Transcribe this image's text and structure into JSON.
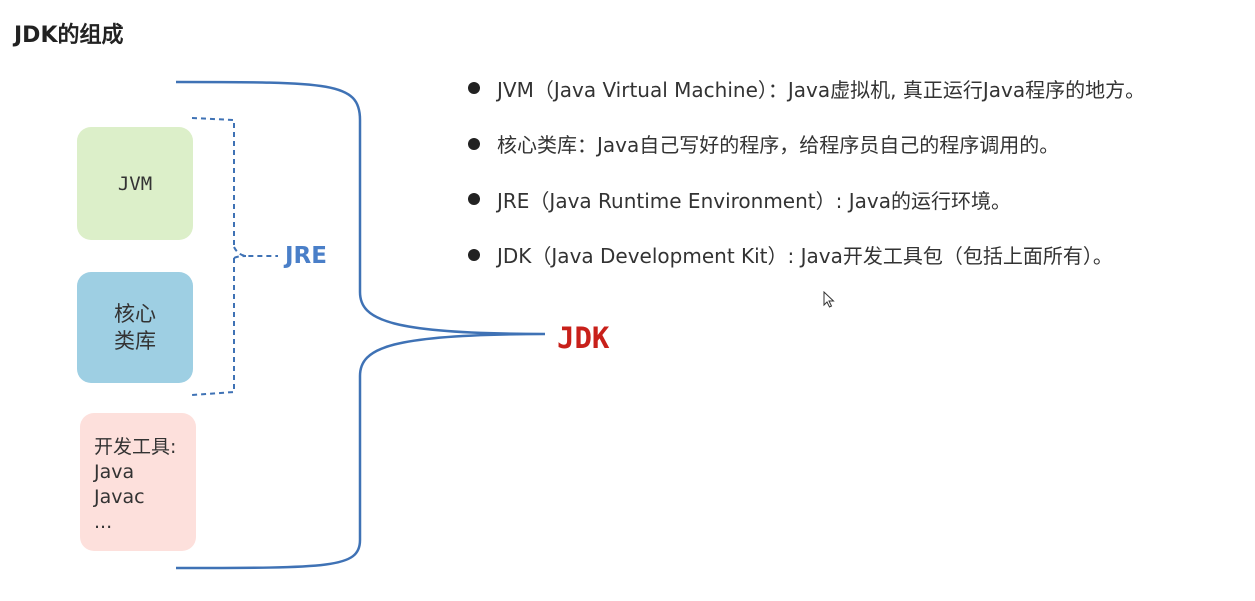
{
  "title": "JDK的组成",
  "boxes": {
    "jvm": "JVM",
    "core_line1": "核心",
    "core_line2": "类库",
    "tools_line1": "开发工具:",
    "tools_line2": "Java",
    "tools_line3": "Javac",
    "tools_line4": "..."
  },
  "labels": {
    "jre": "JRE",
    "jdk": "JDK"
  },
  "bullets": [
    "JVM（Java Virtual Machine）：Java虚拟机, 真正运行Java程序的地方。",
    "核心类库：Java自己写好的程序，给程序员自己的程序调用的。",
    "JRE（Java Runtime Environment）: Java的运行环境。",
    "JDK（Java Development Kit）: Java开发工具包（包括上面所有）。"
  ],
  "colors": {
    "jvm_box": "#dcefc9",
    "core_box": "#9ecfe3",
    "tools_box": "#fde0dc",
    "jre_label": "#4a7fc8",
    "jdk_label": "#c8201a",
    "brace": "#3f72b5"
  },
  "icons": {
    "cursor": "mouse-pointer-icon"
  }
}
